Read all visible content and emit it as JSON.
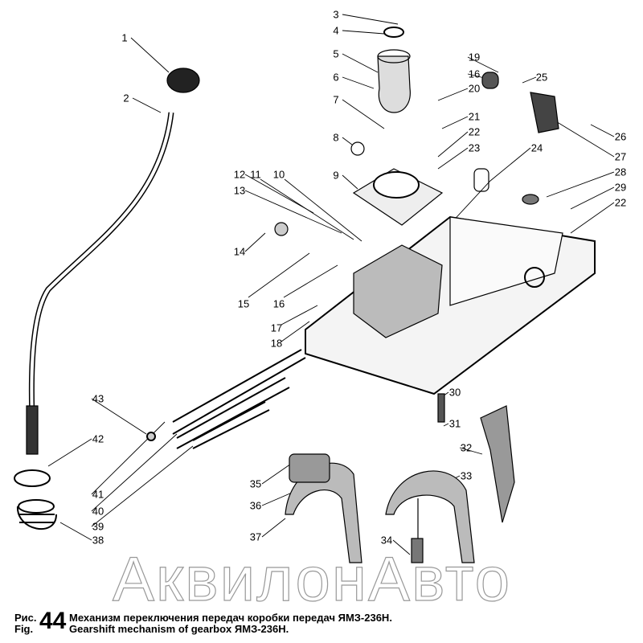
{
  "figure": {
    "prefix_ru": "Рис.",
    "prefix_en": "Fig.",
    "number": "44",
    "title_ru": "Механизм переключения передач коробки передач ЯМЗ-236Н.",
    "title_en": "Gearshift mechanism of gearbox ЯМЗ-236Н."
  },
  "watermark": "АквилонАвто",
  "labels": [
    "1",
    "2",
    "3",
    "4",
    "5",
    "6",
    "7",
    "8",
    "9",
    "10",
    "11",
    "12",
    "13",
    "14",
    "15",
    "16",
    "17",
    "18",
    "19",
    "16",
    "20",
    "21",
    "22",
    "23",
    "24",
    "25",
    "26",
    "27",
    "28",
    "29",
    "22",
    "30",
    "31",
    "32",
    "33",
    "34",
    "35",
    "36",
    "37",
    "38",
    "39",
    "40",
    "41",
    "42",
    "43"
  ]
}
